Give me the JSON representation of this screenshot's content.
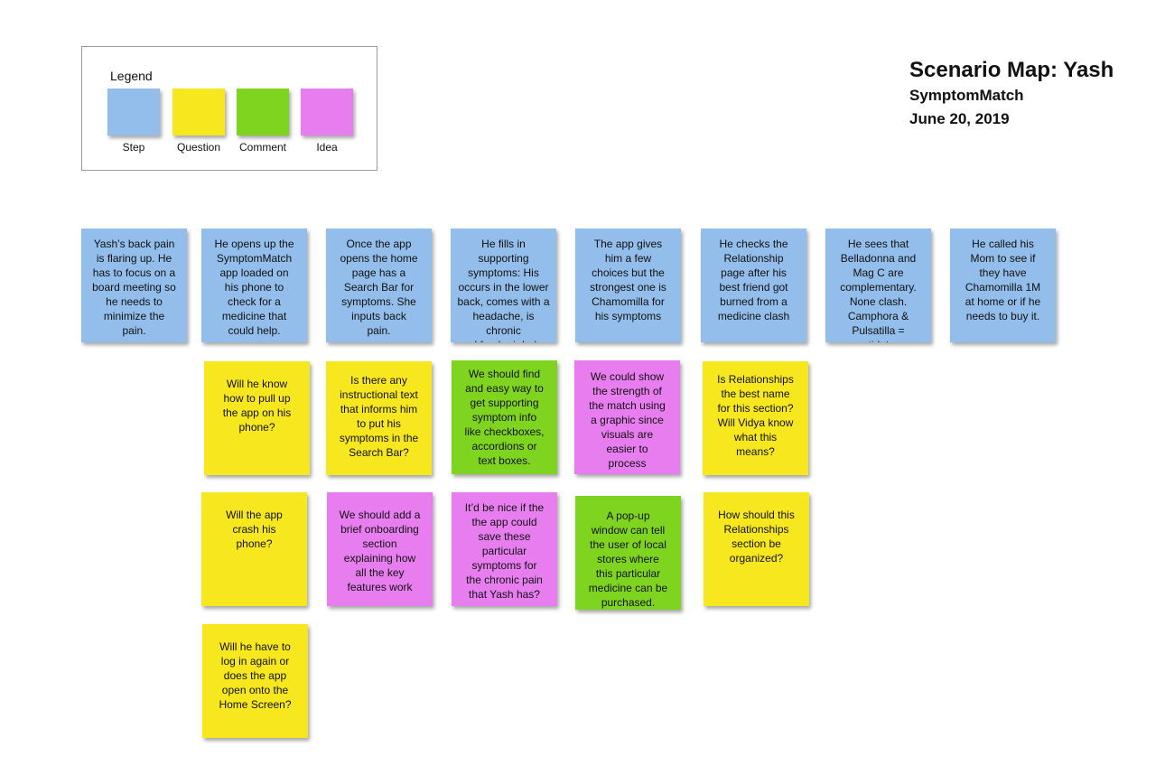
{
  "colors": {
    "step": "#93bdea",
    "question": "#f6e71f",
    "comment": "#7fd420",
    "idea": "#e77def"
  },
  "legend": {
    "title": "Legend",
    "items": [
      {
        "type": "step",
        "label": "Step"
      },
      {
        "type": "question",
        "label": "Question"
      },
      {
        "type": "comment",
        "label": "Comment"
      },
      {
        "type": "idea",
        "label": "Idea"
      }
    ]
  },
  "header": {
    "title": "Scenario Map: Yash",
    "subtitle": "SymptomMatch",
    "date": "June 20, 2019"
  },
  "steps": [
    "Yash’s back pain\nis flaring up. He\nhas to focus on a\nboard meeting so\nhe needs to\nminimize the\npain.",
    "He opens up the\nSymptomMatch\napp loaded on\nhis phone to\ncheck for a\nmedicine that\ncould help.",
    "Once the app\nopens the home\npage has a\nSearch Bar for\nsymptoms. She\ninputs back\npain.",
    "He fills in\nsupporting\nsymptoms: His\noccurs in the lower\nback, comes with a\nheadache, is chronic\nand fresh air helps",
    "The app gives\nhim a few\nchoices but the\nstrongest one is\nChamomilla for\nhis symptoms",
    "He checks the\nRelationship\npage after his\nbest friend got\nburned from a\nmedicine clash",
    "He sees that\nBelladonna and\nMag C are\ncomplementary.\nNone clash.\nCamphora &\nPulsatilla = antidotes",
    "He called his\nMom to see if\nthey have\nChamomilla 1M\nat home or if he\nneeds to buy it."
  ],
  "row2": [
    {
      "type": "question",
      "text": "Will he know\nhow to pull up\nthe app on his\nphone?"
    },
    {
      "type": "question",
      "text": "Is there any\ninstructional text\nthat informs him\nto put his\nsymptoms in the\nSearch Bar?"
    },
    {
      "type": "comment",
      "text": "We should find\nand easy way to\nget supporting\nsymptom info\nlike checkboxes,\naccordions or\ntext boxes."
    },
    {
      "type": "idea",
      "text": "We could show\nthe strength of\nthe match using\na graphic since\nvisuals are\neasier to\nprocess"
    },
    {
      "type": "question",
      "text": "Is Relationships\nthe best name\nfor this section?\nWill Vidya know\nwhat this\nmeans?"
    }
  ],
  "row3": [
    {
      "type": "question",
      "text": "Will the app\ncrash his\nphone?"
    },
    {
      "type": "idea",
      "text": "We should add a\nbrief onboarding\nsection\nexplaining how\nall the key\nfeatures work"
    },
    {
      "type": "idea",
      "text": "It’d be nice if the\nthe app could\nsave these\nparticular\nsymptoms for\nthe chronic pain\nthat Yash has?"
    },
    {
      "type": "comment",
      "text": "A pop-up\nwindow can tell\nthe user of local\nstores where\nthis particular\nmedicine can be\npurchased."
    },
    {
      "type": "question",
      "text": "How should this\nRelationships\nsection be\norganized?"
    }
  ],
  "row4": [
    {
      "type": "question",
      "text": "Will he have to\nlog in again or\ndoes the app\nopen onto the\nHome Screen?"
    }
  ]
}
